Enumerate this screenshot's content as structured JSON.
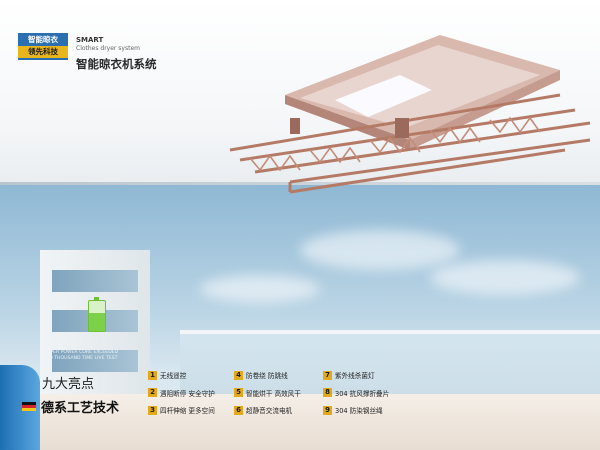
{
  "brand": {
    "line1": "智能晾衣",
    "line2": "领先科技"
  },
  "system": {
    "en_title": "SMART",
    "en_sub": "Clothes dryer system",
    "cn_title": "智能晾衣机系统"
  },
  "power_note": {
    "line1": "SUPER POWER CORE EXCEEDED",
    "line2": "200 THOUSAND TIME LIVE TEST"
  },
  "highlights_title": "九大亮点",
  "craft_title": "德系工艺技术",
  "flag_colors": [
    "#111111",
    "#d8232a",
    "#f5c518"
  ],
  "features": [
    {
      "num": "1",
      "text": "无线遥控"
    },
    {
      "num": "2",
      "text": "遇阻断停 安全守护"
    },
    {
      "num": "3",
      "text": "四杆伸缩 更多空间"
    },
    {
      "num": "4",
      "text": "防卷绕  防跳线"
    },
    {
      "num": "5",
      "text": "智能烘干 高效风干"
    },
    {
      "num": "6",
      "text": "超静音交流电机"
    },
    {
      "num": "7",
      "text": "紫外线杀菌灯"
    },
    {
      "num": "8",
      "text": "304 抗风撑折叠片"
    },
    {
      "num": "9",
      "text": "304 防染钢丝绳"
    }
  ],
  "accent_color": "#e2a91d",
  "brand_color": "#2a6fb0"
}
